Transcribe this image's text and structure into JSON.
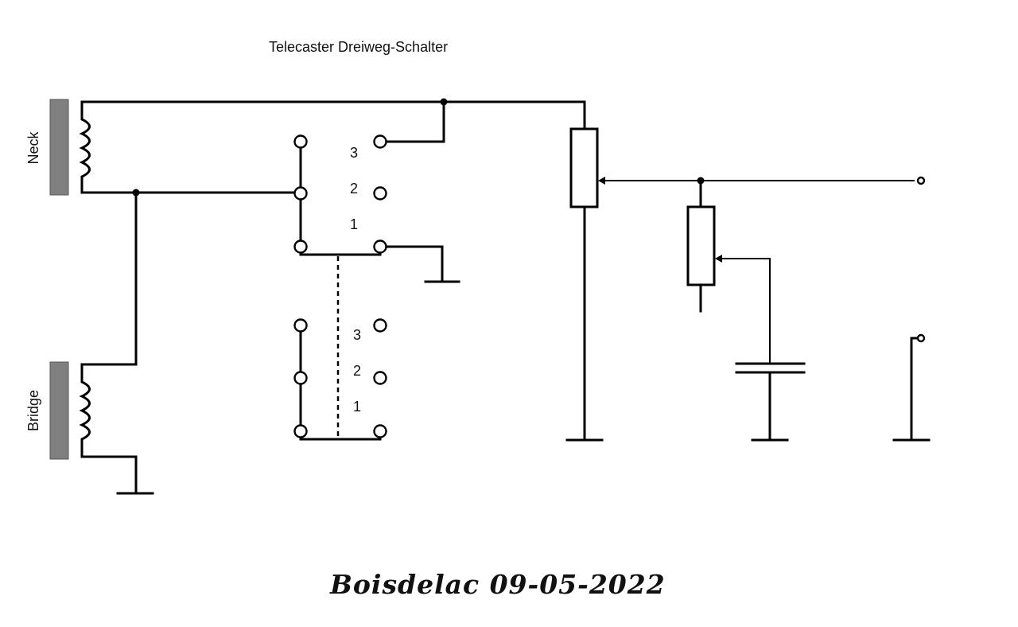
{
  "diagram": {
    "title": "Telecaster Dreiweg-Schalter",
    "pickups": {
      "neck_label": "Neck",
      "bridge_label": "Bridge"
    },
    "switch_upper": {
      "pos3": "3",
      "pos2": "2",
      "pos1": "1"
    },
    "switch_lower": {
      "pos3": "3",
      "pos2": "2",
      "pos1": "1"
    },
    "signature": "Boisdelac 09-05-2022"
  },
  "colors": {
    "wire": "#000000",
    "magnet": "#808080",
    "background": "#ffffff"
  }
}
